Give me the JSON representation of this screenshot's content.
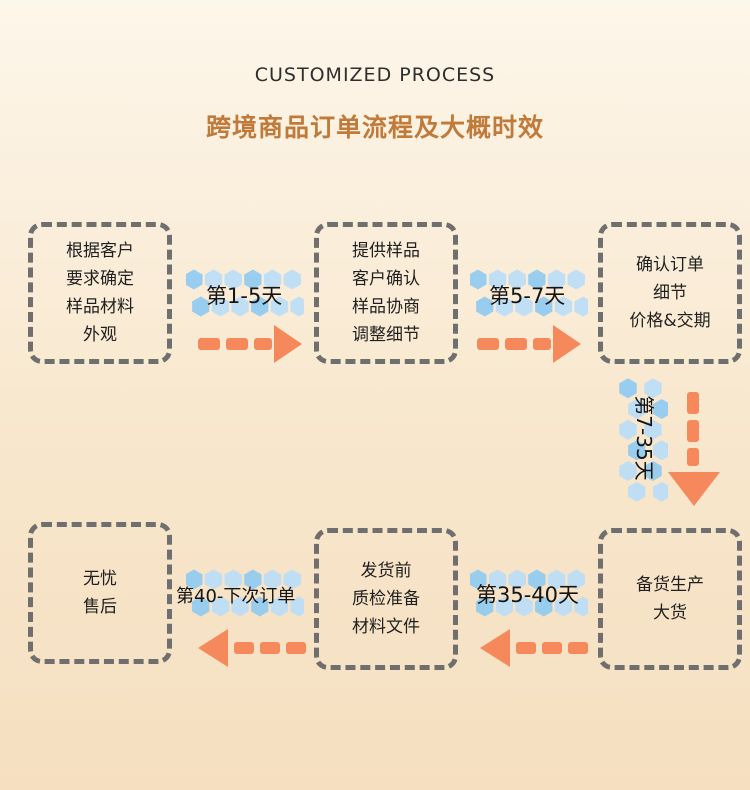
{
  "header": {
    "eyebrow": "CUSTOMIZED PROCESS",
    "title": "跨境商品订单流程及大概时效"
  },
  "steps": {
    "s1": [
      "根据客户",
      "要求确定",
      "样品材料",
      "外观"
    ],
    "s2": [
      "提供样品",
      "客户确认",
      "样品协商",
      "调整细节"
    ],
    "s3": [
      "确认订单",
      "细节",
      "价格&交期"
    ],
    "s4": [
      "备货生产",
      "大货"
    ],
    "s5": [
      "发货前",
      "质检准备",
      "材料文件"
    ],
    "s6": [
      "无忧",
      "售后"
    ]
  },
  "durations": {
    "d1": "第1-5天",
    "d2": "第5-7天",
    "d3": "第7-35天",
    "d4": "第35-40天",
    "d5": "第40-下次订单"
  },
  "colors": {
    "title": "#c07a3a",
    "arrow": "#f5895c",
    "hex_light": "#b9ddf7",
    "hex_dark": "#8ecaf2",
    "box_border": "#6f6f6f"
  }
}
